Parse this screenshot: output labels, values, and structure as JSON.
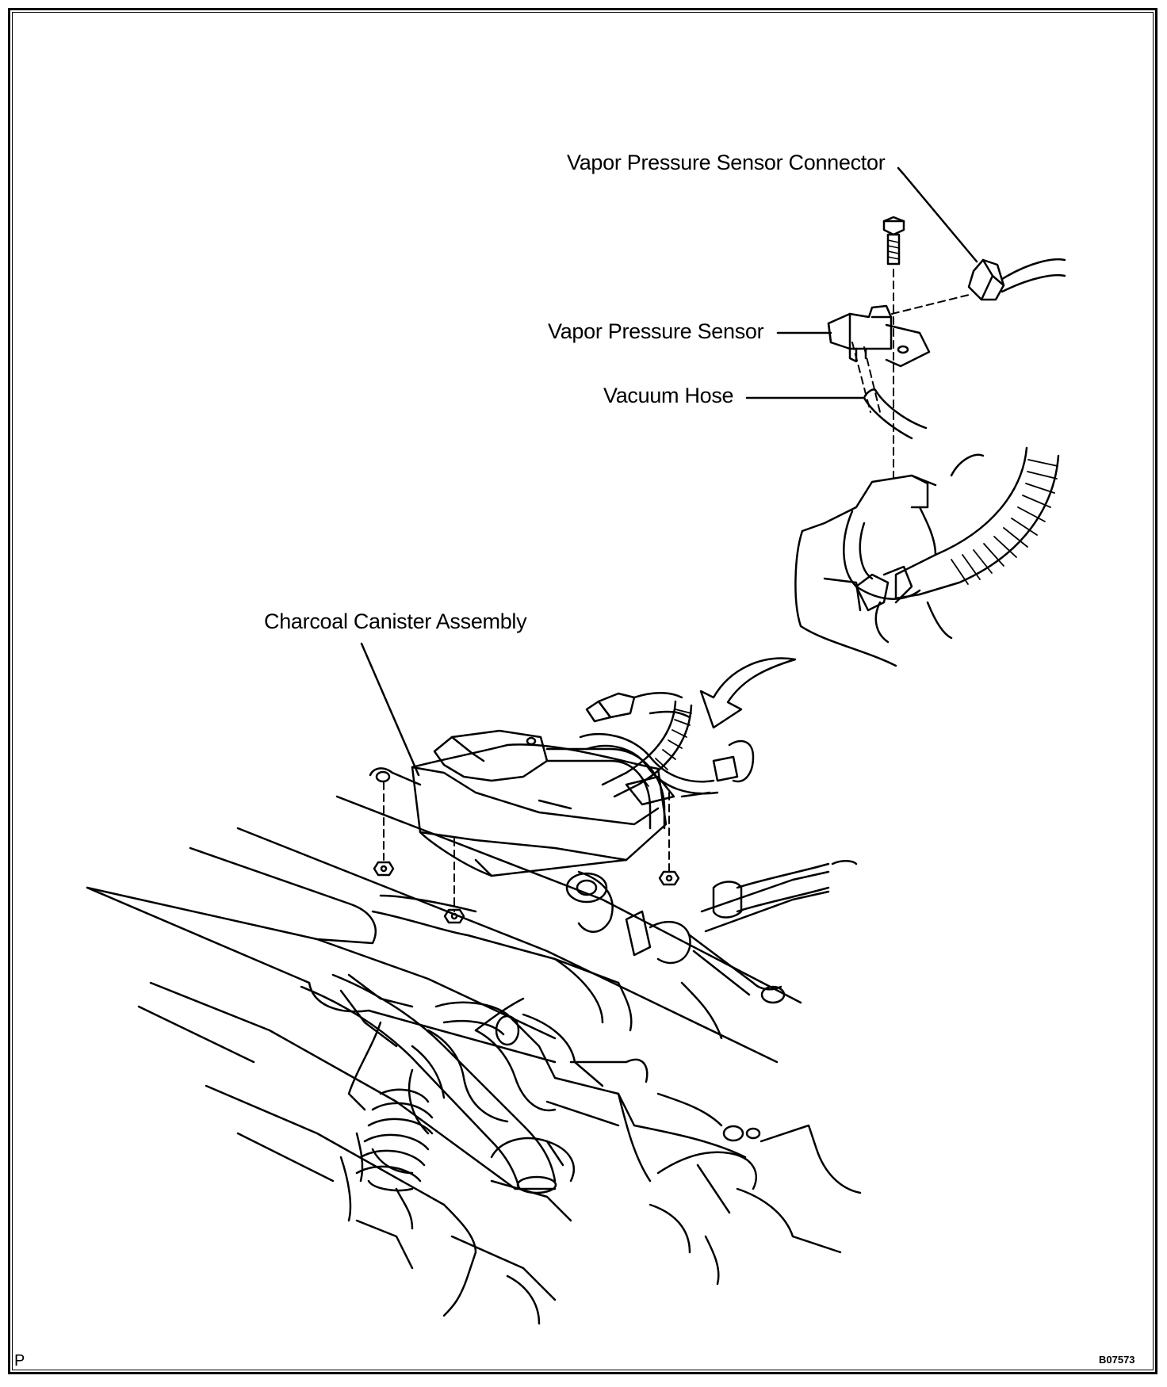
{
  "labels": {
    "vapor_pressure_sensor_connector": "Vapor Pressure Sensor Connector",
    "vapor_pressure_sensor": "Vapor Pressure Sensor",
    "vacuum_hose": "Vacuum Hose",
    "charcoal_canister_assembly": "Charcoal Canister Assembly"
  },
  "corner_mark": "P",
  "figure_code": "B07573",
  "icons": [
    "bolt-icon",
    "nut-icon",
    "curved-arrow-icon",
    "corrugated-hose-icon",
    "connector-icon",
    "canister-icon"
  ]
}
